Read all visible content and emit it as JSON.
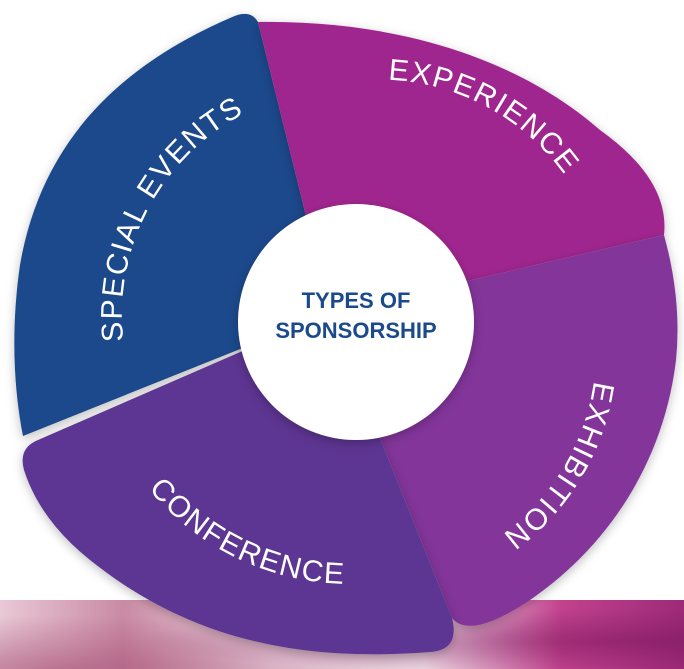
{
  "diagram": {
    "center": {
      "line1": "TYPES OF",
      "line2": "SPONSORSHIP"
    },
    "segments": [
      {
        "label": "SPECIAL EVENTS",
        "color": "#1b4a8c"
      },
      {
        "label": "EXPERIENCE",
        "color": "#a0278f"
      },
      {
        "label": "EXHIBITION",
        "color": "#83359a"
      },
      {
        "label": "CONFERENCE",
        "color": "#5d3592"
      }
    ],
    "center_text_color": "#1b4a8c"
  }
}
